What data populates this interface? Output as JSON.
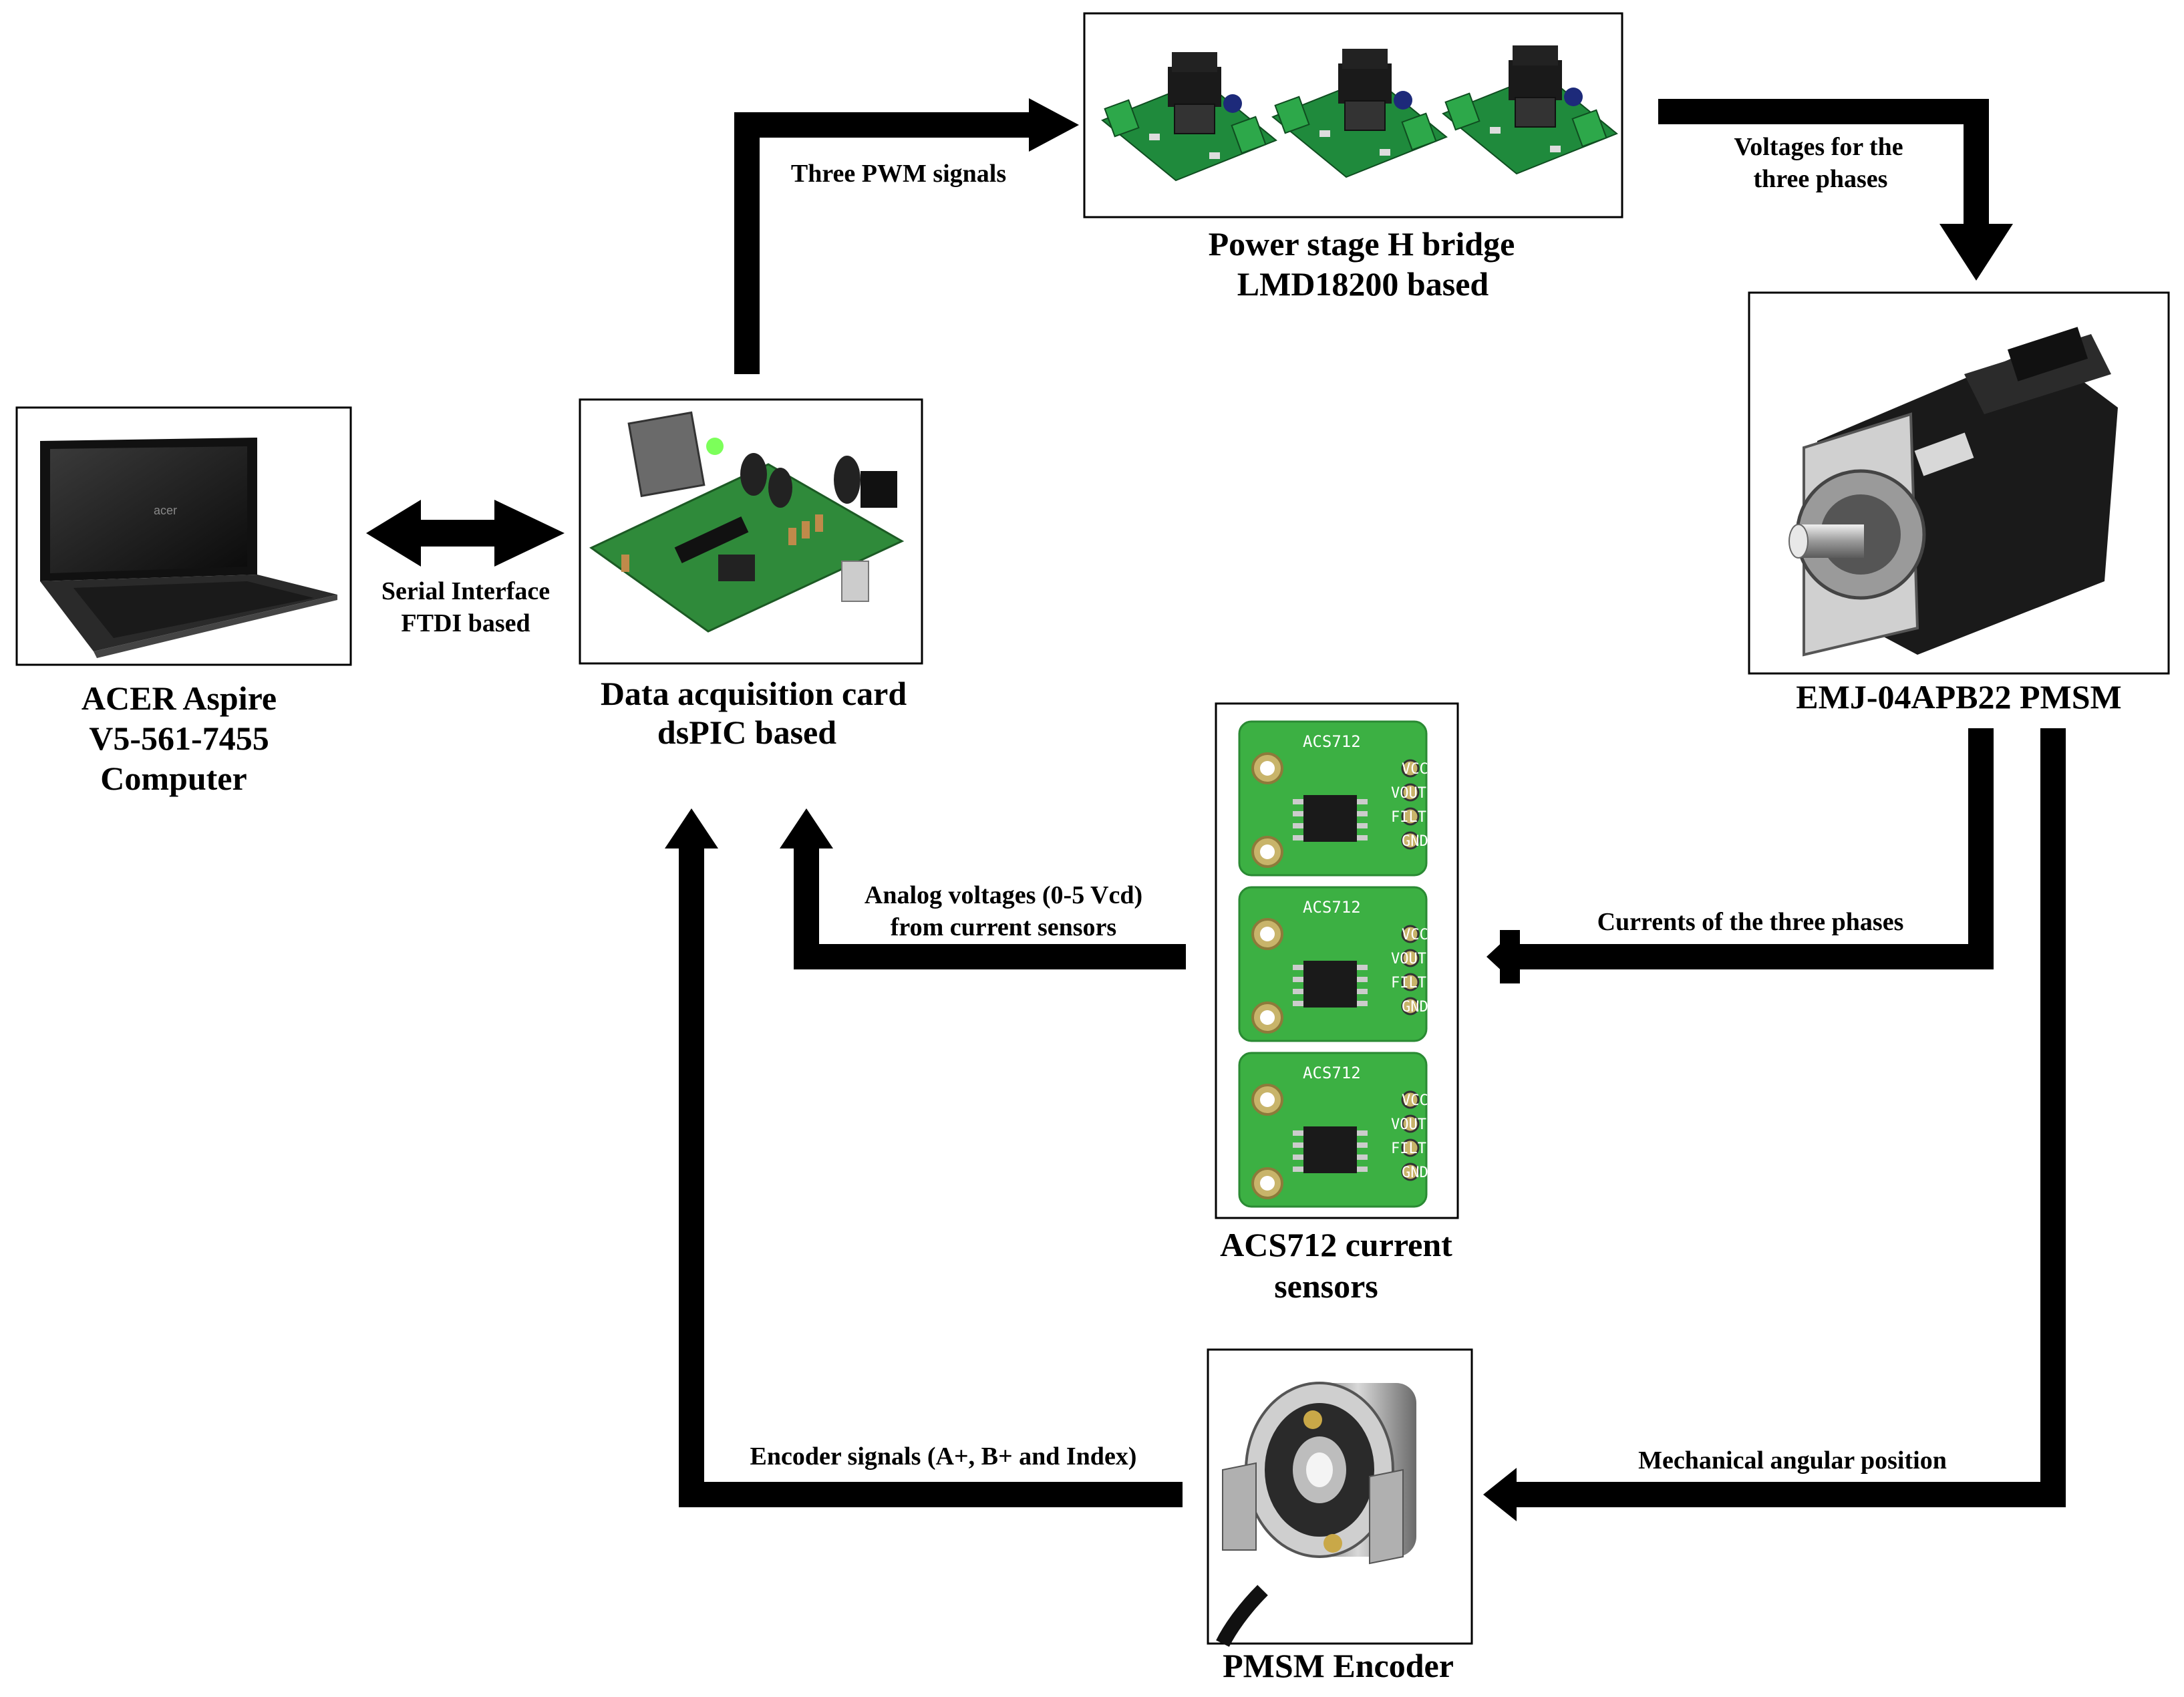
{
  "components": {
    "computer": {
      "line1": "ACER Aspire",
      "line2": "V5-561-7455",
      "line3": "Computer",
      "logo": "acer"
    },
    "daq": {
      "line1": "Data acquisition card",
      "line2": "dsPIC based"
    },
    "power_stage": {
      "line1": "Power stage H bridge",
      "line2": "LMD18200 based"
    },
    "motor": {
      "line1": "EMJ-04APB22 PMSM"
    },
    "sensors": {
      "line1": "ACS712 current",
      "line2": "sensors",
      "board_title": "ACS712",
      "pins": [
        "VCC",
        "VOUT",
        "FILT",
        "GND"
      ]
    },
    "encoder": {
      "line1": "PMSM Encoder"
    }
  },
  "connections": {
    "serial": {
      "line1": "Serial Interface",
      "line2": "FTDI based"
    },
    "pwm": {
      "line1": "Three PWM signals"
    },
    "voltages": {
      "line1": "Voltages for the",
      "line2": "three phases"
    },
    "currents": {
      "line1": "Currents of the three phases"
    },
    "analog": {
      "line1": "Analog voltages (0-5 Vcd)",
      "line2": "from current sensors"
    },
    "mechanical": {
      "line1": "Mechanical angular position"
    },
    "encoder_signals": {
      "line1": "Encoder signals (A+, B+ and Index)"
    }
  },
  "colors": {
    "pcb_green": "#2f8a3a",
    "sensor_green": "#3cb043",
    "arrow": "#000000",
    "motor_body": "#1a1a1a"
  }
}
